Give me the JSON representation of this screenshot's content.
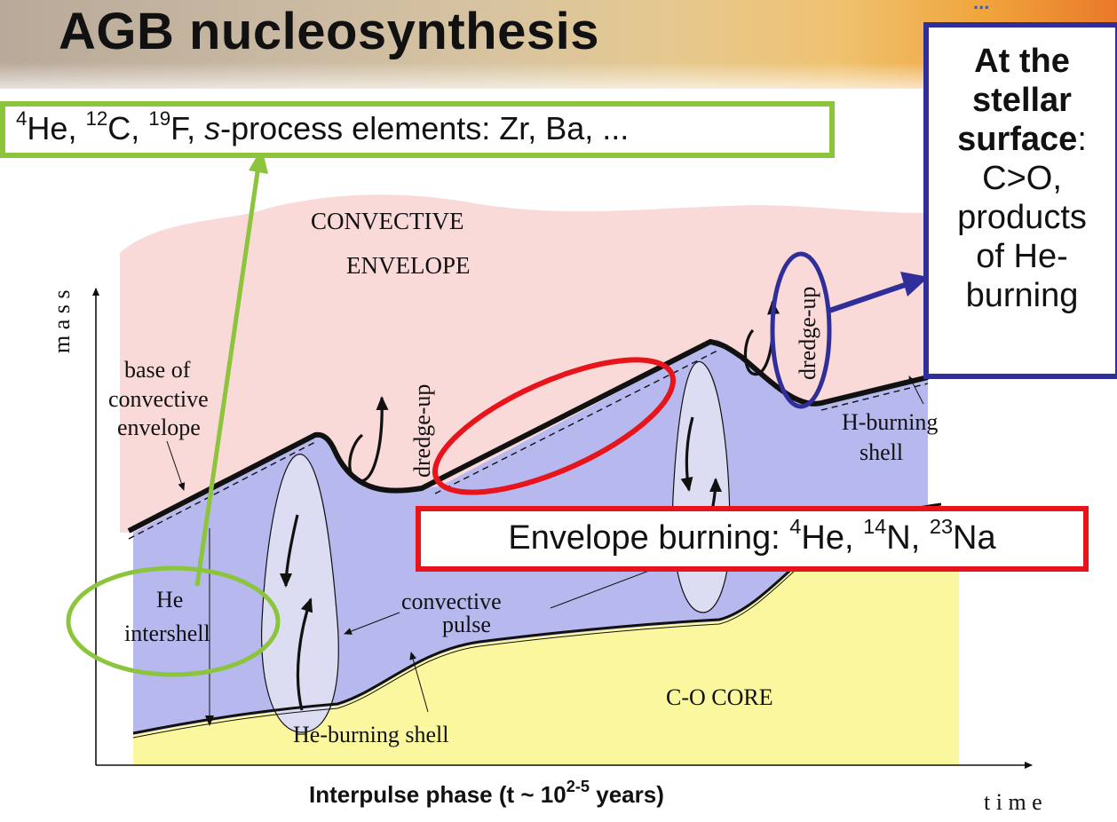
{
  "title": "AGB nucleosynthesis",
  "corner_mark": "...",
  "callouts": {
    "green": {
      "he_mass": "4",
      "he": "He, ",
      "c_mass": "12",
      "c": "C, ",
      "f_mass": "19",
      "f": "F, ",
      "s_italic": "s",
      "rest": "-process elements: Zr, Ba, ..."
    },
    "red": {
      "prefix": "Envelope burning: ",
      "he_mass": "4",
      "he": "He, ",
      "n_mass": "14",
      "n": "N, ",
      "na_mass": "23",
      "na": "Na"
    },
    "blue": {
      "line1": "At the",
      "line2": "stellar",
      "line3_bold": "surface",
      "line3_rest": ":",
      "line4": "C>O,",
      "line5": "products",
      "line6": "of He-",
      "line7": "burning"
    }
  },
  "labels": {
    "convective_envelope_1": "CONVECTIVE",
    "convective_envelope_2": "ENVELOPE",
    "mass_axis": "m a s s",
    "time_axis": "t i m e",
    "base_1": "base of",
    "base_2": "convective",
    "base_3": "envelope",
    "dredge_up_1": "dredge-up",
    "dredge_up_2": "dredge-up",
    "h_burning_1": "H-burning",
    "h_burning_2": "shell",
    "he_intershell_1": "He",
    "he_intershell_2": "intershell",
    "convective_pulse_1": "convective",
    "convective_pulse_2": "pulse",
    "co_core": "C-O CORE",
    "he_burning_shell": "He-burning shell"
  },
  "x_caption": {
    "prefix": "Interpulse phase (t ~ 10",
    "exp": "2-5",
    "suffix": " years)"
  },
  "colors": {
    "envelope": "#fad9d9",
    "intershell": "#b6b8ee",
    "pulse": "#dcdcf2",
    "core": "#fbf79e",
    "green": "#8cc43c",
    "red": "#e8141b",
    "blue": "#302f9a"
  }
}
